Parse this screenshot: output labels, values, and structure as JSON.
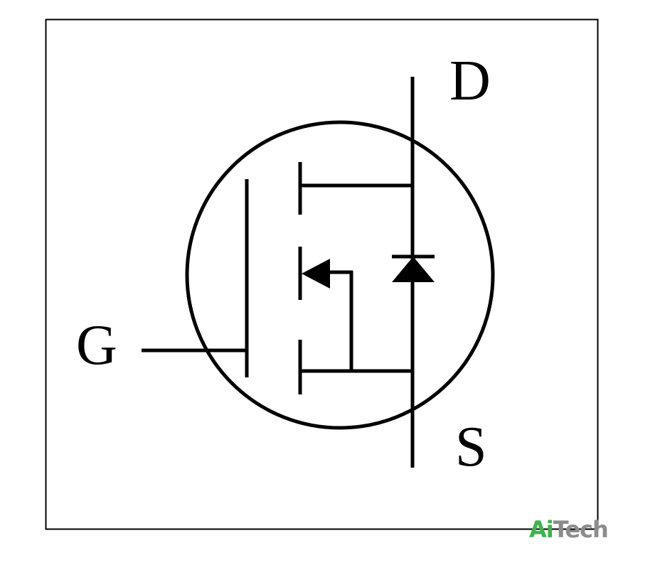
{
  "terminals": {
    "drain": "D",
    "source": "S",
    "gate": "G"
  },
  "watermark": {
    "part1": "Ai",
    "part2": "Tech",
    "color1": "#3cb44b",
    "color2": "#8c8c8c"
  },
  "colors": {
    "stroke": "#000000",
    "background": "#ffffff"
  }
}
